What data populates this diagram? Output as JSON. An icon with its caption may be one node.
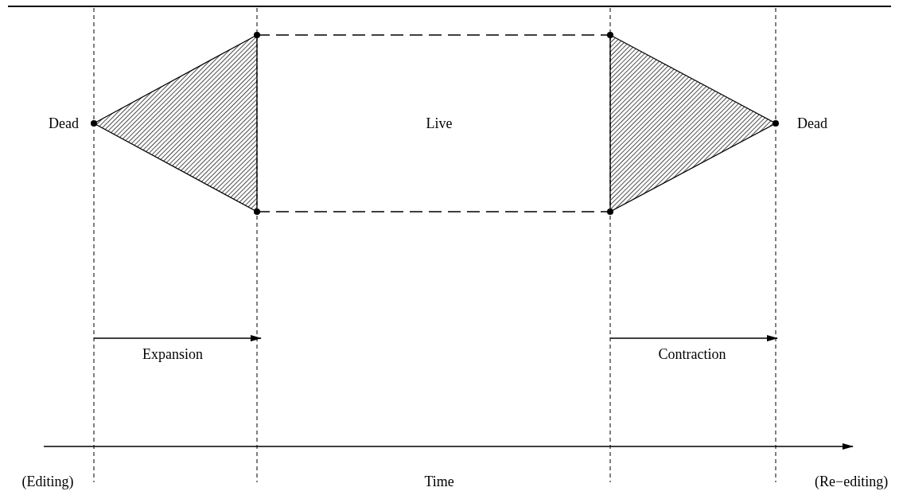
{
  "diagram": {
    "labels": [
      "Dead",
      "Live",
      "Dead",
      "Expansion",
      "Contraction",
      "(Editing)",
      "Time",
      "(Re−editing)"
    ]
  }
}
